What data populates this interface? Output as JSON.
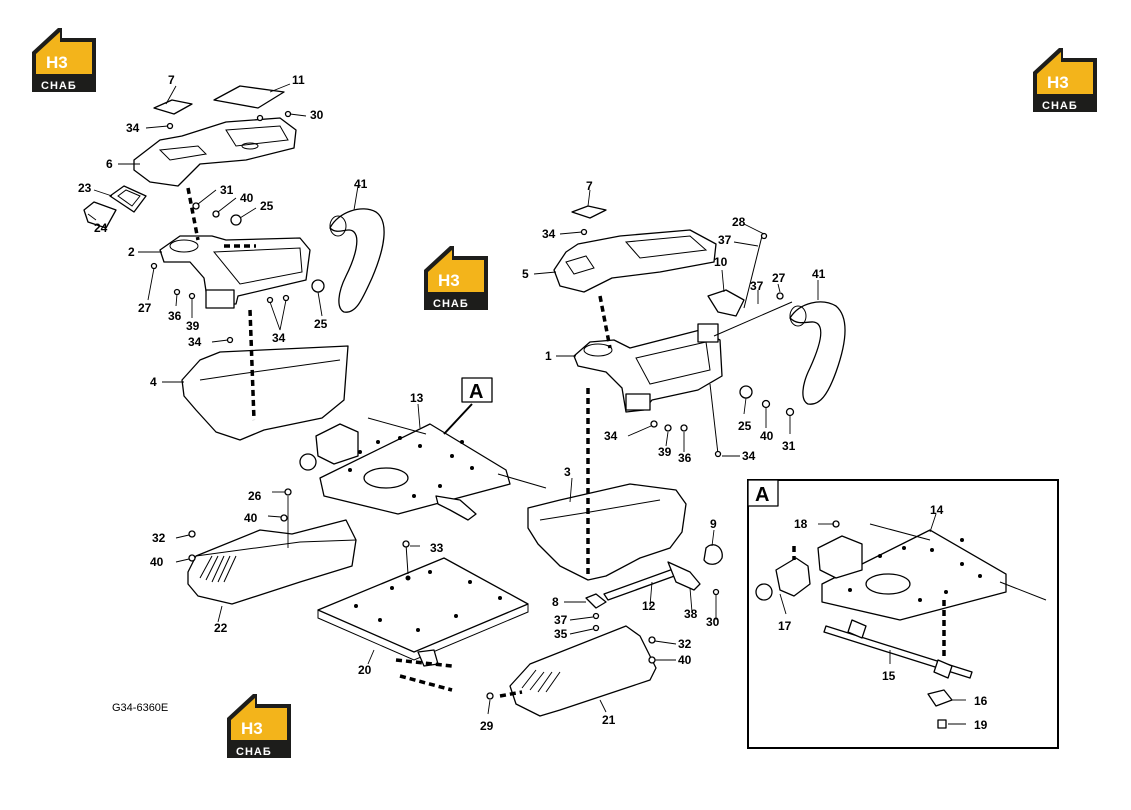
{
  "drawing_code": "G34-6360E",
  "section_ref": "A",
  "logo": {
    "mark": "H3",
    "text": "СНАБ",
    "colors": {
      "yellow": "#f3b41b",
      "dark": "#1d1d1b"
    }
  },
  "callouts": {
    "c7a": "7",
    "c11": "11",
    "c30a": "30",
    "c34a": "34",
    "c6": "6",
    "c23": "23",
    "c24": "24",
    "c31a": "31",
    "c40a": "40",
    "c25a": "25",
    "c41a": "41",
    "c2": "2",
    "c27a": "27",
    "c36a": "36",
    "c39a": "39",
    "c34b": "34",
    "c34c": "34",
    "c25b": "25",
    "c4": "4",
    "c7b": "7",
    "c34d": "34",
    "c5": "5",
    "c28": "28",
    "c37a": "37",
    "c10": "10",
    "c37b": "37",
    "c27b": "27",
    "c41b": "41",
    "c1": "1",
    "c25c": "25",
    "c40b": "40",
    "c31b": "31",
    "c34e": "34",
    "c39b": "39",
    "c36b": "36",
    "c34f": "34",
    "c13": "13",
    "c3": "3",
    "c9": "9",
    "c26": "26",
    "c40c": "40",
    "c32a": "32",
    "c40d": "40",
    "c22": "22",
    "c33": "33",
    "c8": "8",
    "c37c": "37",
    "c35": "35",
    "c12": "12",
    "c38": "38",
    "c30b": "30",
    "c20": "20",
    "c32b": "32",
    "c40e": "40",
    "c21": "21",
    "c29": "29",
    "c14": "14",
    "c18": "18",
    "c17": "17",
    "c15": "15",
    "c16": "16",
    "c19": "19"
  }
}
